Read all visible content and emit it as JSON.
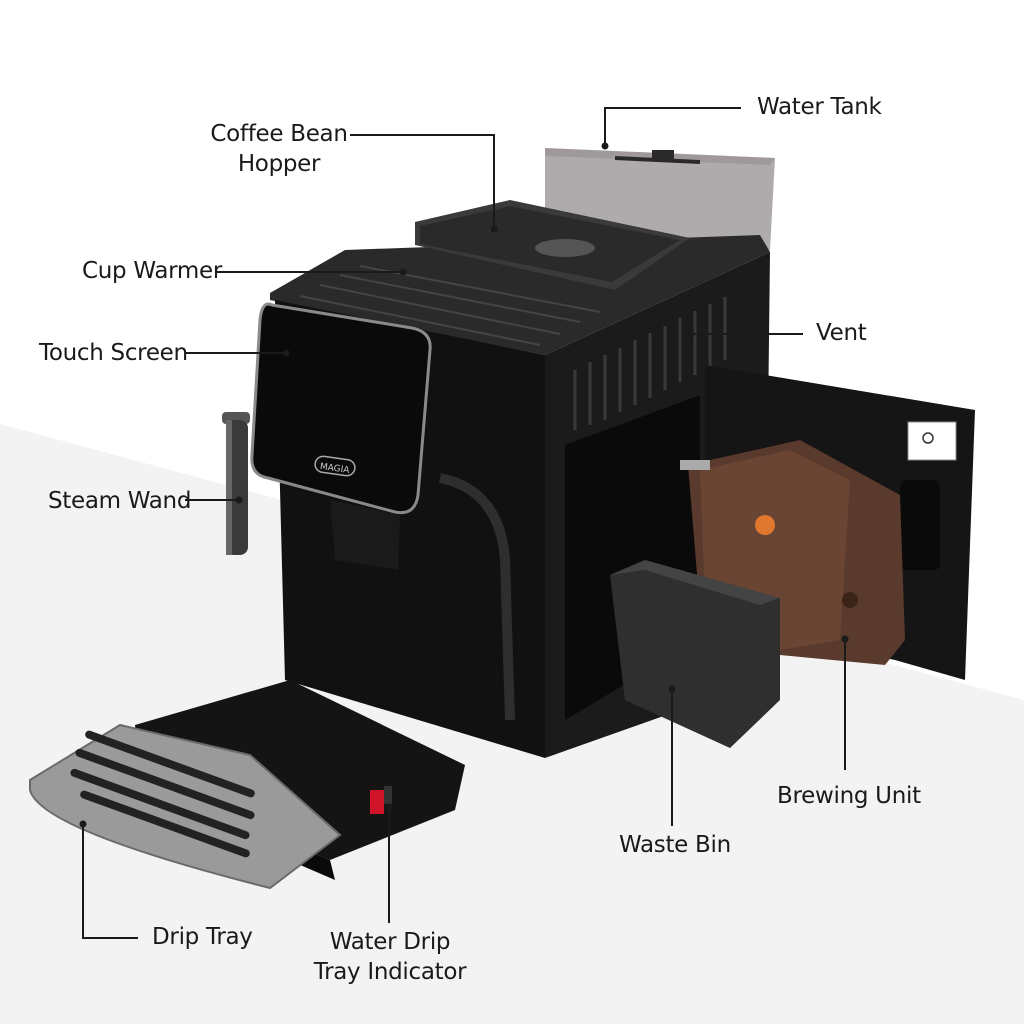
{
  "brand": {
    "logo_text": "MAGIA"
  },
  "labels": {
    "water_tank": "Water Tank",
    "coffee_bean_hopper_line1": "Coffee Bean",
    "coffee_bean_hopper_line2": "Hopper",
    "cup_warmer": "Cup Warmer",
    "touch_screen": "Touch Screen",
    "vent": "Vent",
    "steam_wand": "Steam Wand",
    "brewing_unit": "Brewing Unit",
    "waste_bin": "Waste Bin",
    "drip_tray": "Drip Tray",
    "water_drip_line1": "Water Drip",
    "water_drip_line2": "Tray Indicator"
  },
  "colors": {
    "background": "#ffffff",
    "floor": "#f3f3f3",
    "machine_body": "#151515",
    "machine_top": "#2a2a2a",
    "water_tank": "#6e6668",
    "brew_unit": "#5a3a2c",
    "drip_grate": "#9a9a9a",
    "indicator_red": "#d0142a",
    "text": "#1a1a1a"
  }
}
